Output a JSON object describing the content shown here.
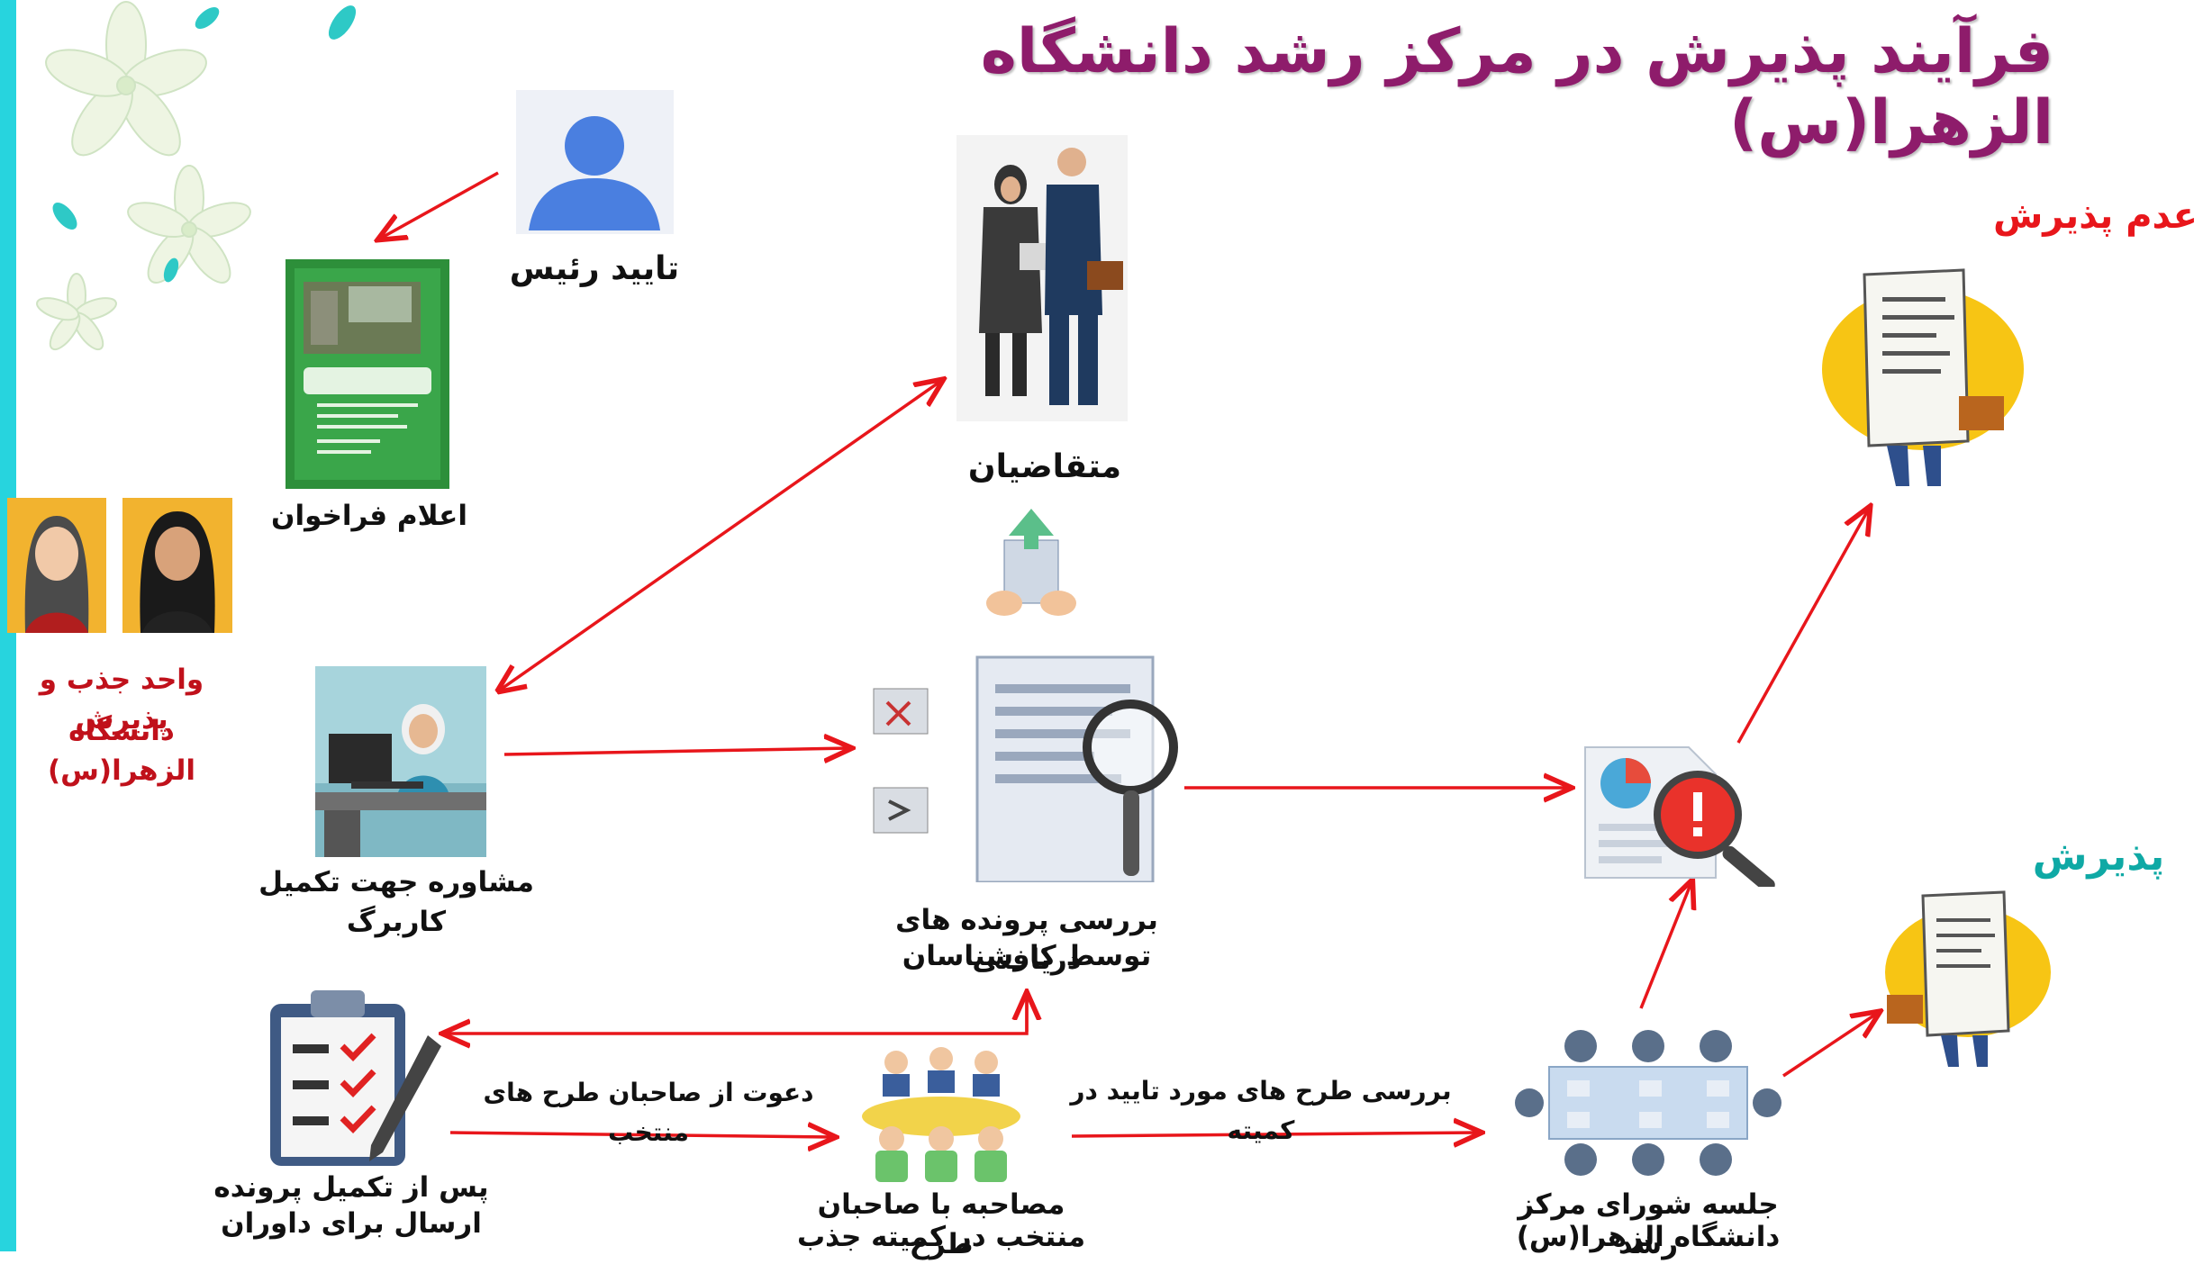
{
  "title": "فرآیند پذیرش در مرکز رشد دانشگاه الزهرا(س)",
  "labels": {
    "president_approval": "تایید رئیس",
    "announce_call": "اعلام فراخوان",
    "unit_line1": "واحد جذب و پذیرش",
    "unit_line2": "دانشگاه الزهرا(س)",
    "consulting": "مشاوره جهت تکمیل کاربرگ",
    "applicants": "متقاضیان",
    "review_line1": "بررسی پرونده های دریافتی",
    "review_line2": "توسط کارشناسان",
    "after_complete_line1": "پس از تکمیل پرونده",
    "after_complete_line2": "ارسال برای داوران",
    "invite": "دعوت از صاحبان طرح های منتخب",
    "interview_line1": "مصاحبه با صاحبان طرح",
    "interview_line2": "منتخب در کمیته جذب",
    "review_committee": "بررسی طرح های مورد تایید در کمیته",
    "council_line1": "جلسه شورای مرکز رشد",
    "council_line2": "دانشگاه الزهرا(س)",
    "rejection": "عدم پذیرش",
    "acceptance": "پذیرش"
  },
  "colors": {
    "title": "#8e1c6b",
    "arrow": "#e8161b",
    "side_bar": "#27d4de",
    "rejection": "#e8161b",
    "acceptance": "#0fa9a5"
  },
  "icons": {
    "flowers": "flower-decoration",
    "president": "user-silhouette-icon",
    "poster": "call-poster-image",
    "women": "staff-avatars",
    "consult": "consultant-desk-image",
    "applicants": "business-people-image",
    "review": "document-review-icon",
    "checklist": "clipboard-checklist-icon",
    "meeting": "meeting-group-icon",
    "council": "council-table-icon",
    "analysis": "report-magnifier-icon",
    "rejected": "rejected-document-character",
    "accepted": "accepted-document-character"
  }
}
